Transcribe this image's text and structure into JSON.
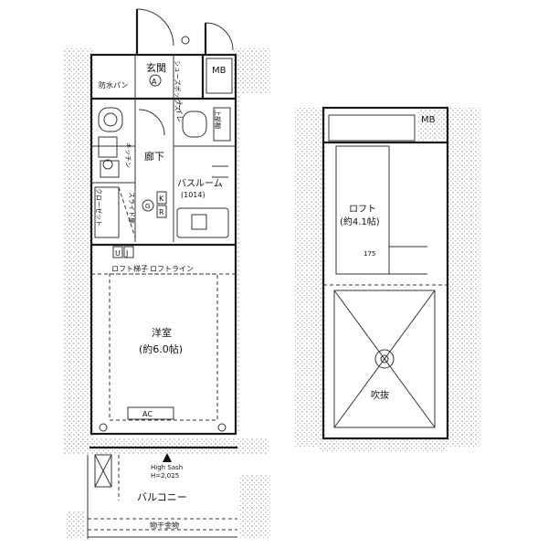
{
  "rooms": {
    "entrance": "玄関",
    "entrance_mark": "A",
    "mb_left": "MB",
    "mb_right": "MB",
    "shoebox": "シューズボックス",
    "waterpan": "防水パン",
    "toilet": "トイレ",
    "upper_shelf": "上部棚",
    "corridor": "廊下",
    "kitchen": "キッチン",
    "bathroom": "バスルーム",
    "bathroom_size": "(1014)",
    "closet": "クローゼット",
    "slide_door": "スライド扉",
    "western_room": "洋室",
    "western_room_size": "(約6.0帖)",
    "loft_ladder": "ロフト梯子",
    "loft_line": "ロフトライン",
    "ac": "AC",
    "high_sash_1": "High Sash",
    "high_sash_2": "H=2,025",
    "balcony": "バルコニー",
    "railing": "物干金物",
    "loft": "ロフト",
    "loft_size": "(約4.1帖)",
    "loft_height": "175",
    "atrium": "吹抜"
  },
  "markers": {
    "k": "K",
    "r": "R",
    "u": "U",
    "j": "J",
    "g": "G"
  }
}
